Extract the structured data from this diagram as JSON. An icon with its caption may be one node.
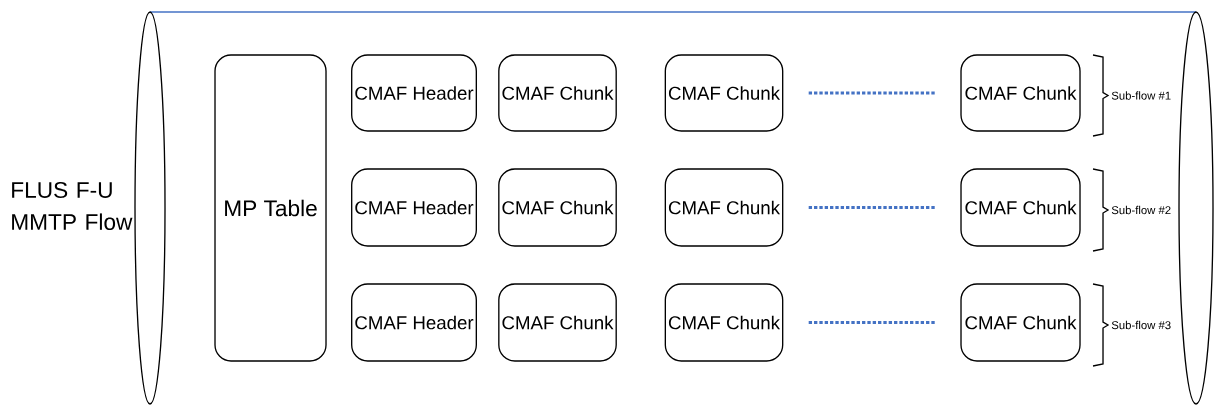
{
  "diagram": {
    "nodes": [
      {
        "text": [
          "MP Table"
        ]
      },
      {
        "text": [
          "CMAF Header"
        ]
      },
      {
        "text": [
          "CMAF Chunk"
        ]
      },
      {
        "text": [
          "CMAF Chunk"
        ]
      },
      {
        "text": [
          "CMAF Chunk"
        ]
      },
      {
        "text": [
          "CMAF Header"
        ]
      },
      {
        "text": [
          "CMAF Chunk"
        ]
      },
      {
        "text": [
          "CMAF Chunk"
        ]
      },
      {
        "text": [
          "CMAF Chunk"
        ]
      },
      {
        "text": [
          "CMAF Header"
        ]
      },
      {
        "text": [
          "CMAF Chunk"
        ]
      },
      {
        "text": [
          "CMAF Chunk"
        ]
      },
      {
        "text": [
          "CMAF Chunk"
        ]
      }
    ],
    "edges": [
      {
        "from": 3,
        "to": 4,
        "arrow": "none",
        "style": "dashed"
      },
      {
        "from": 7,
        "to": 8,
        "arrow": "none",
        "style": "dashed"
      },
      {
        "from": 11,
        "to": 12,
        "arrow": "none",
        "style": "dashed"
      }
    ],
    "labels": [
      "FLUS F-U MMTP Flow",
      "Sub-flow #1",
      "Sub-flow #2",
      "Sub-flow #3"
    ]
  }
}
